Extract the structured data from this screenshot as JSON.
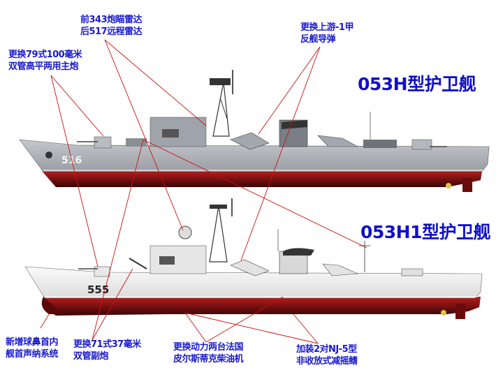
{
  "titles": {
    "ship_top": "053H型护卫舰",
    "ship_bottom": "053H1型护卫舰"
  },
  "ships": {
    "top": {
      "hull_number": "516",
      "hull_color": "#a9adb3",
      "lower_hull_color": "#8a1414"
    },
    "bottom": {
      "hull_number": "555",
      "hull_color": "#eeeeee",
      "lower_hull_color": "#8a1414"
    }
  },
  "annotations": {
    "radar": {
      "line1": "前343炮瞄雷达",
      "line2": "后517远程雷达"
    },
    "main_gun": {
      "line1": "更换79式100毫米",
      "line2": "双管高平两用主炮"
    },
    "missile": {
      "line1": "更换上游-1甲",
      "line2": "反舰导弹"
    },
    "sonar": {
      "line1": "新增球鼻首内",
      "line2": "舰首声纳系统"
    },
    "secondary_gun": {
      "line1": "更换71式37毫米",
      "line2": "双管副炮"
    },
    "engine": {
      "line1": "更换动力两台法国",
      "line2": "皮尔斯蒂克柴油机"
    },
    "stabilizer": {
      "line1": "加装2对NJ-5型",
      "line2": "非收放式减摇鳍"
    }
  },
  "colors": {
    "label_text": "#1a1ad0",
    "leader_line": "#cc1111"
  }
}
